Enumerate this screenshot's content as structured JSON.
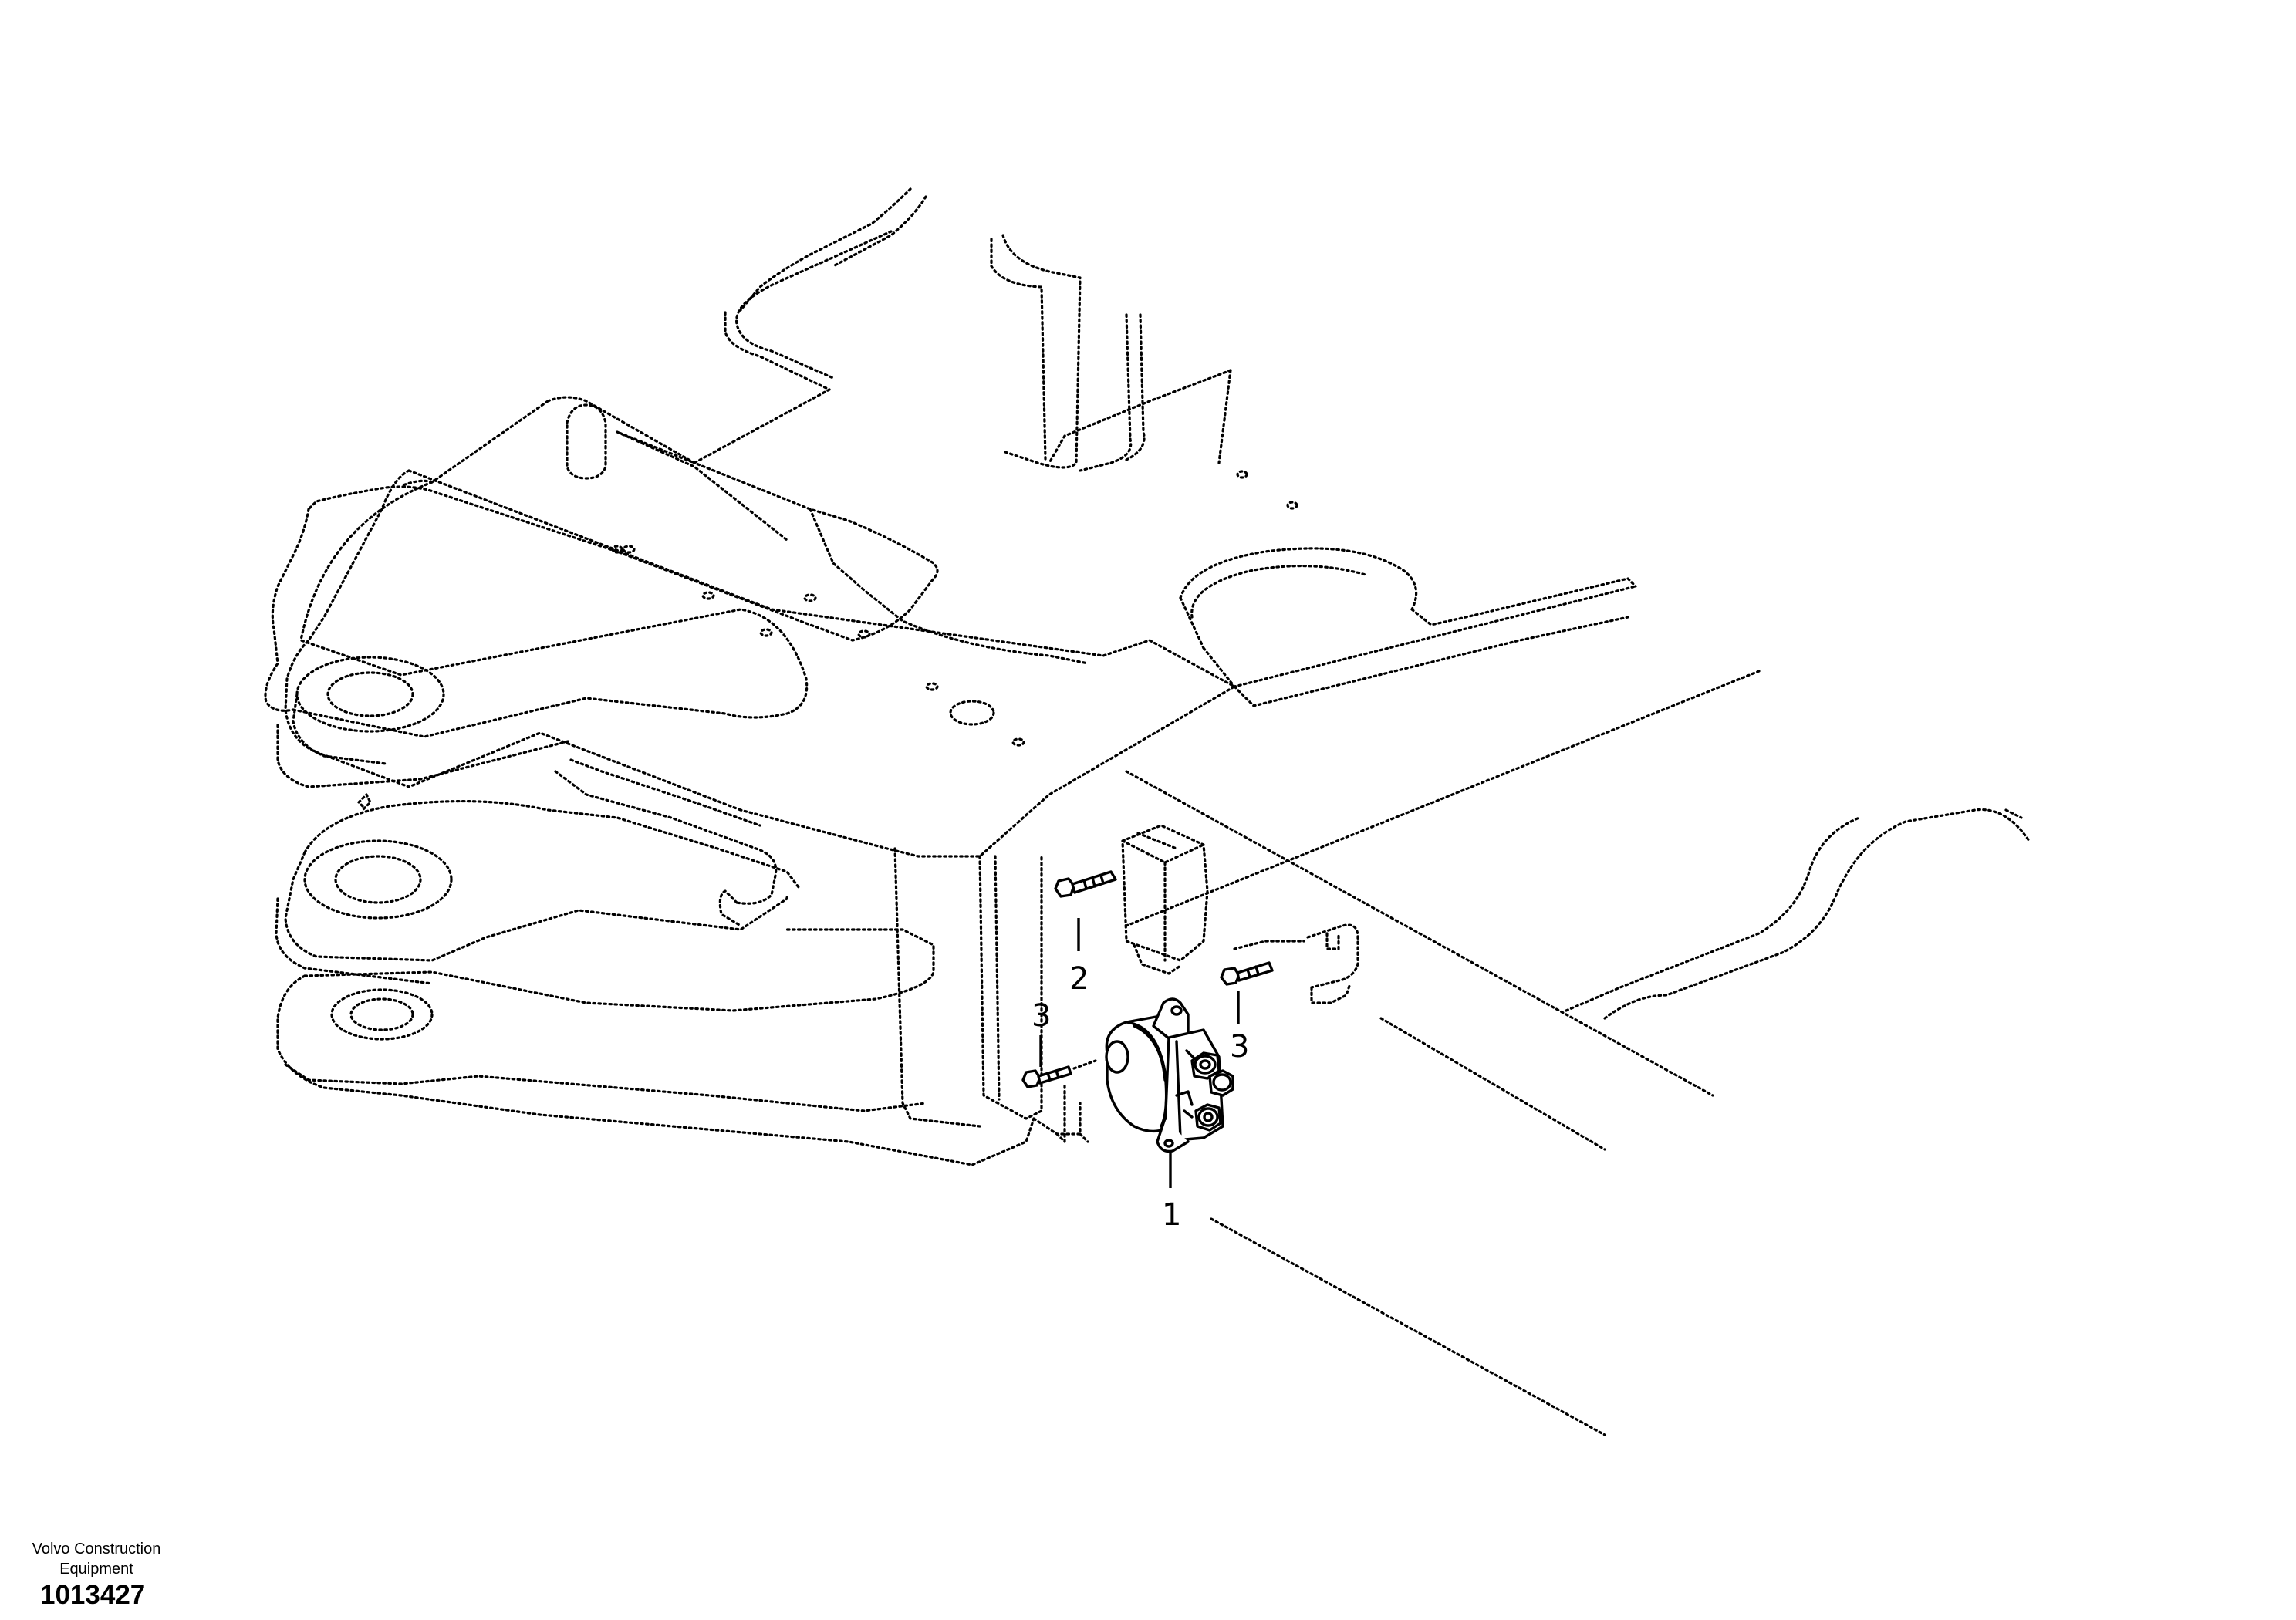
{
  "callouts": [
    {
      "id": "bracket-bolt",
      "label": "2"
    },
    {
      "id": "left-screw",
      "label": "3"
    },
    {
      "id": "right-screw",
      "label": "3"
    },
    {
      "id": "solenoid-switch",
      "label": "1"
    }
  ],
  "footer": {
    "brand_line1": "Volvo Construction",
    "brand_line2": "Equipment",
    "document_number": "1013427"
  }
}
